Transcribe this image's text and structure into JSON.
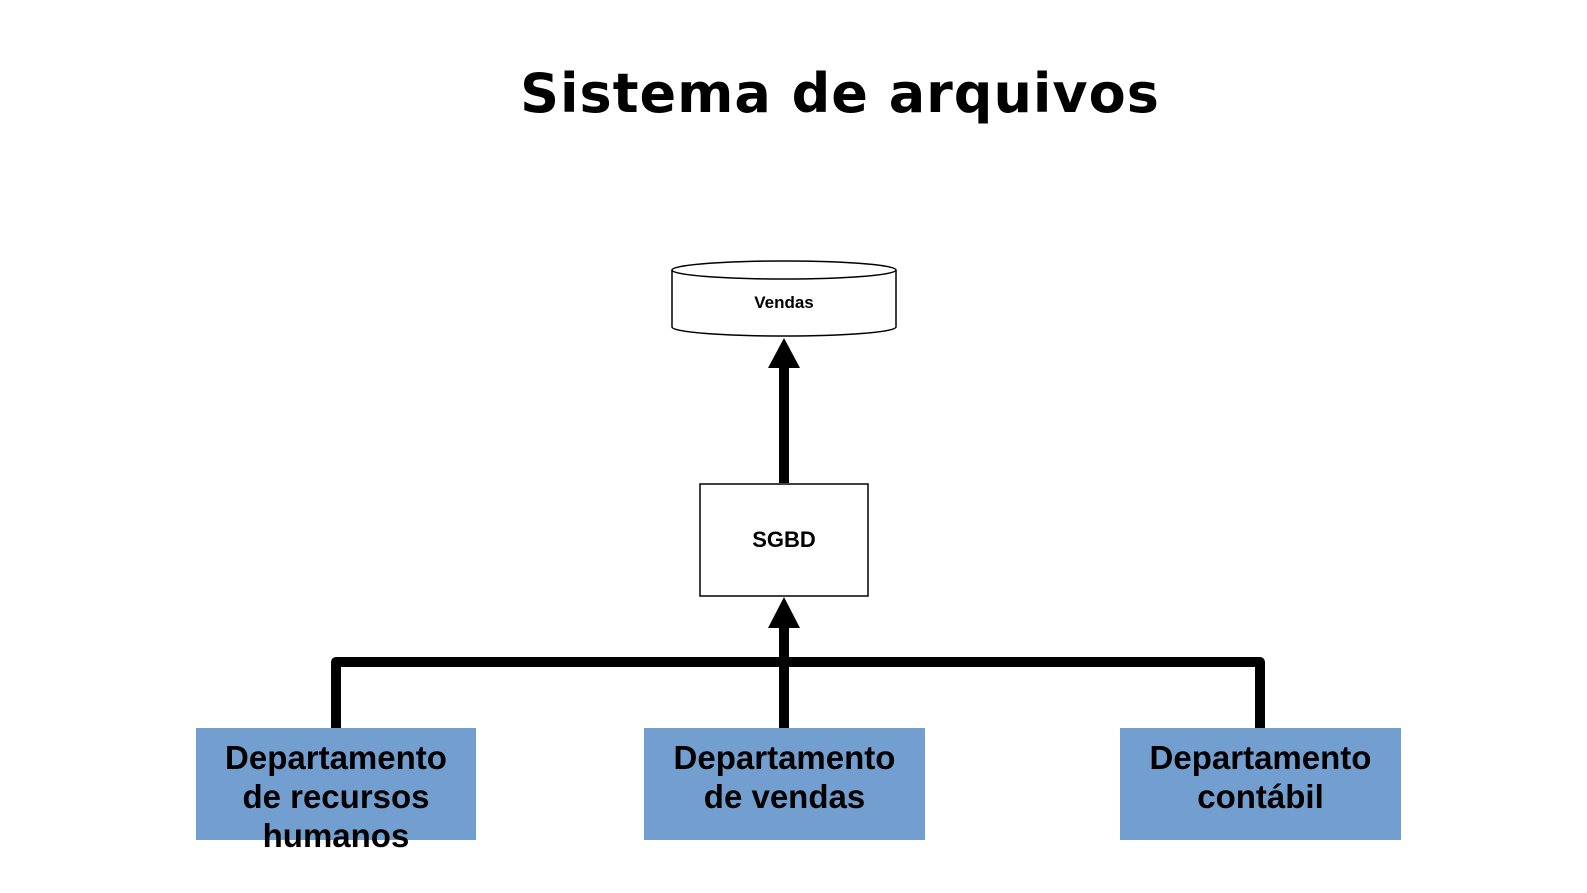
{
  "diagram": {
    "title": "Sistema de arquivos",
    "database": {
      "label": "Vendas"
    },
    "dbms": {
      "label": "SGBD"
    },
    "departments": [
      {
        "label": "Departamento\nde recursos\nhumanos"
      },
      {
        "label": "Departamento\nde vendas"
      },
      {
        "label": "Departamento\ncontábil"
      }
    ],
    "colors": {
      "department_fill": "#729fcf",
      "line": "#000000",
      "box_fill": "#ffffff"
    }
  }
}
